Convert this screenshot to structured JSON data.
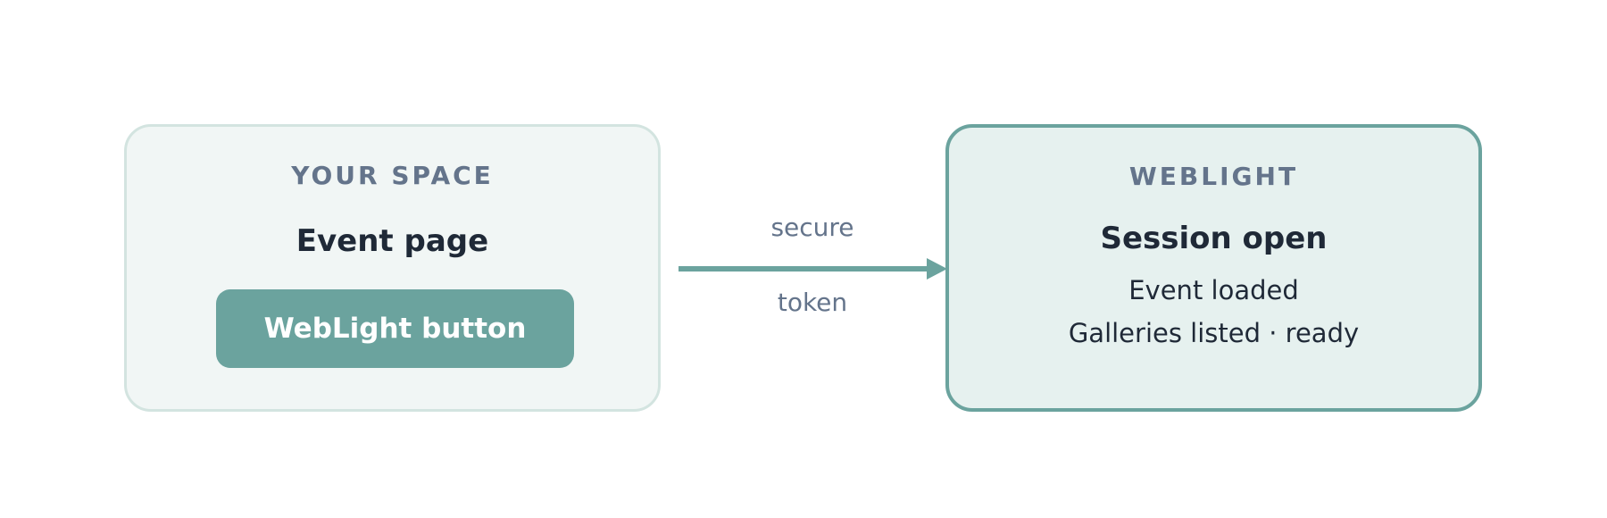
{
  "left_box": {
    "label": "YOUR SPACE",
    "title": "Event page",
    "button_label": "WebLight button"
  },
  "connector": {
    "top_label": "secure",
    "bottom_label": "token"
  },
  "right_box": {
    "label": "WEBLIGHT",
    "title": "Session open",
    "lines": [
      "Event loaded",
      "Galleries listed · ready"
    ]
  },
  "colors": {
    "accent": "#6ba39e",
    "muted_text": "#64748b",
    "dark_text": "#1f2937",
    "left_fill": "#f1f6f5",
    "left_border": "#d3e4e0",
    "right_fill": "#e6f1ef"
  }
}
